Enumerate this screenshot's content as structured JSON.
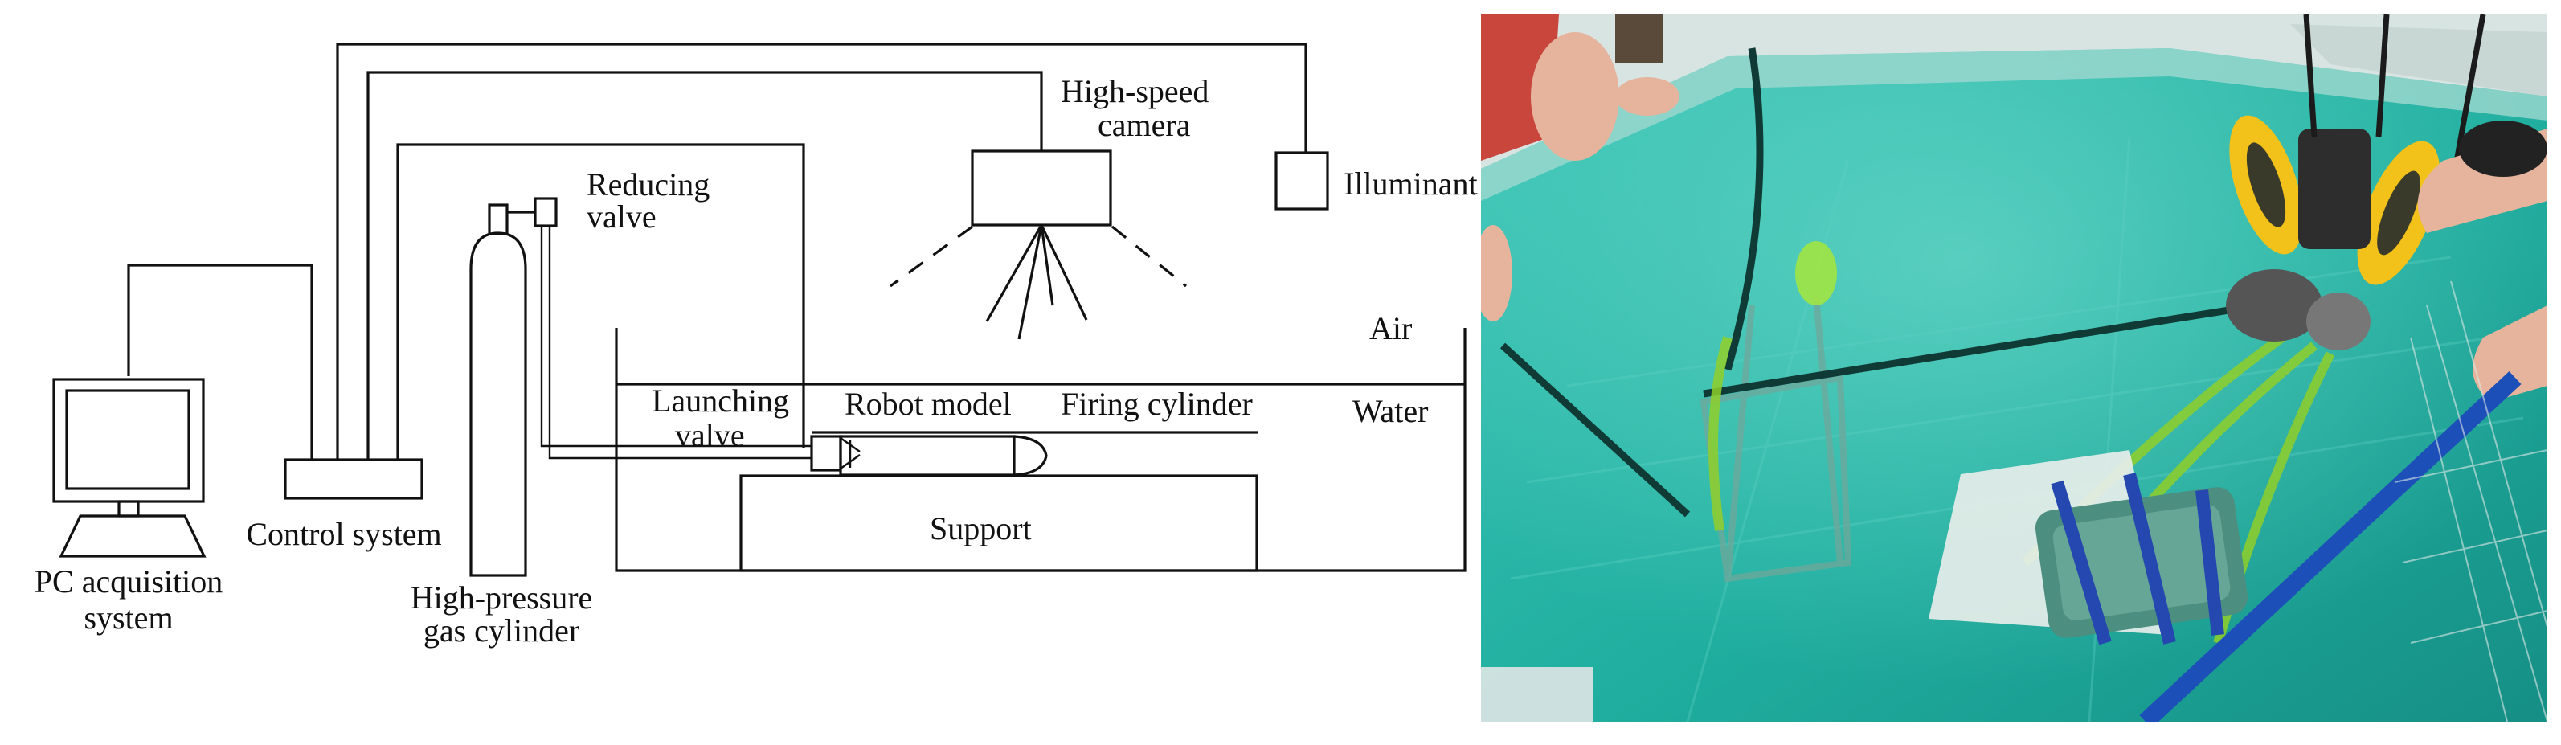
{
  "labels": {
    "pc_line1": "PC acquisition",
    "pc_line2": "system",
    "control": "Control system",
    "gas_line1": "High-pressure",
    "gas_line2": "gas cylinder",
    "reducing_line1": "Reducing",
    "reducing_line2": "valve",
    "camera_line1": "High-speed",
    "camera_line2": "camera",
    "illuminant": "Illuminant",
    "air": "Air",
    "water": "Water",
    "launching_line1": "Launching",
    "launching_line2": "valve",
    "robot": "Robot model",
    "firing": "Firing cylinder",
    "support": "Support"
  },
  "photo": {
    "water_color": "#22b3a6",
    "deep_color": "#0f8f86",
    "strap_color": "#8fcf2a",
    "ring_color": "#f2c21a",
    "pole_color": "#1d4fb8",
    "robot_color": "#4c8f80"
  }
}
